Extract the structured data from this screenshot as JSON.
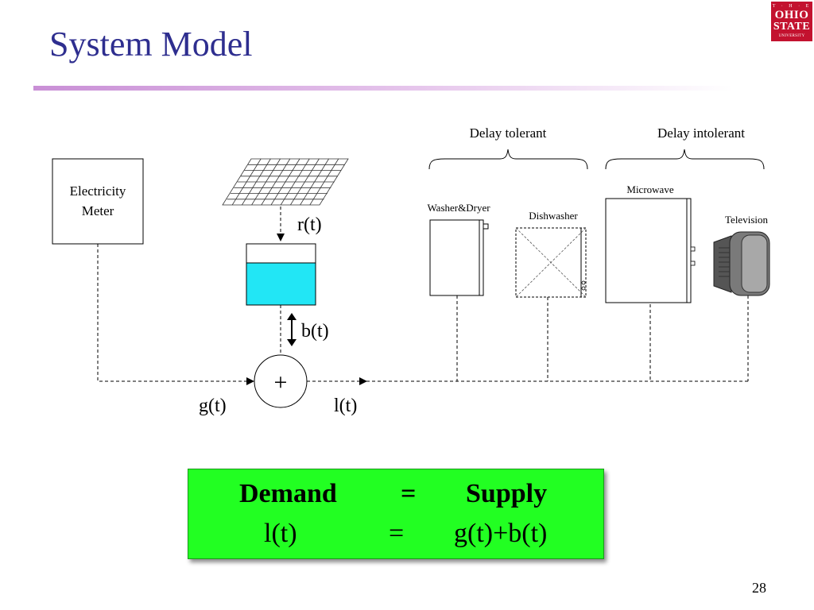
{
  "slide": {
    "title": "System Model",
    "page_number": "28",
    "logo": {
      "line1": "T · H · E",
      "line2": "OHIO",
      "line3": "STATE",
      "line4": "UNIVERSITY"
    }
  },
  "diagram": {
    "meter_label_line1": "Electricity",
    "meter_label_line2": "Meter",
    "renewable_label": "r(t)",
    "battery_label": "b(t)",
    "grid_label": "g(t)",
    "load_label": "l(t)",
    "sum_symbol": "+",
    "group_delay_tolerant": "Delay tolerant",
    "group_delay_intolerant": "Delay intolerant",
    "appliance_washer_dryer": "Washer&Dryer",
    "appliance_dishwasher": "Dishwasher",
    "appliance_microwave": "Microwave",
    "appliance_television": "Television",
    "battery_fill_color": "#22e6f5"
  },
  "equation": {
    "row1": {
      "left": "Demand",
      "op": "=",
      "right": "Supply"
    },
    "row2": {
      "left": "l(t)",
      "op": "=",
      "right": "g(t)+b(t)"
    },
    "box_color": "#22ff22"
  }
}
